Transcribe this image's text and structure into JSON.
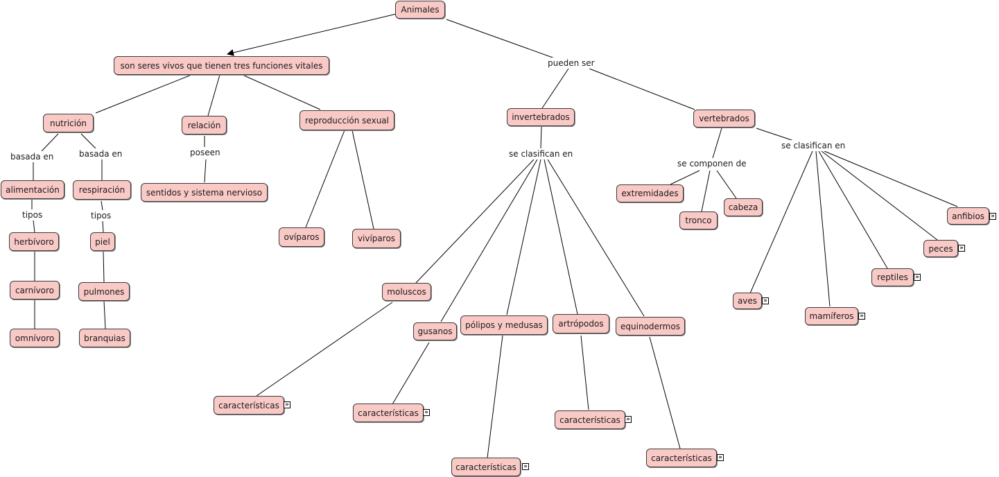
{
  "nodes": {
    "animales": "Animales",
    "funciones": "son seres vivos que tienen tres funciones vitales",
    "nutricion": "nutrición",
    "relacion": "relación",
    "reproduccion": "reproducción sexual",
    "alimentacion": "alimentación",
    "respiracion": "respiración",
    "sentidos": "sentidos y sistema nervioso",
    "herbivoro": "herbívoro",
    "carnivoro": "carnívoro",
    "omnivoro": "omnívoro",
    "piel": "piel",
    "pulmones": "pulmones",
    "branquias": "branquias",
    "oviparos": "ovíparos",
    "viviparos": "vivíparos",
    "invertebrados": "invertebrados",
    "vertebrados": "vertebrados",
    "extremidades": "extremidades",
    "tronco": "tronco",
    "cabeza": "cabeza",
    "moluscos": "moluscos",
    "gusanos": "gusanos",
    "polipos": "pólipos y medusas",
    "artropodos": "artrópodos",
    "equinodermos": "equinodermos",
    "aves": "aves",
    "mamiferos": "mamíferos",
    "reptiles": "reptiles",
    "peces": "peces",
    "anfibios": "anfibios",
    "caract_moluscos": "características",
    "caract_gusanos": "características",
    "caract_polipos": "características",
    "caract_artropodos": "características",
    "caract_equinodermos": "características"
  },
  "labels": {
    "pueden_ser": "pueden ser",
    "basada_en_1": "basada en",
    "basada_en_2": "basada en",
    "tipos_1": "tipos",
    "tipos_2": "tipos",
    "poseen": "poseen",
    "se_clasifican_en_1": "se clasifican en",
    "se_componen_de": "se componen de",
    "se_clasifican_en_2": "se clasifican en"
  },
  "expand_icon": "»"
}
